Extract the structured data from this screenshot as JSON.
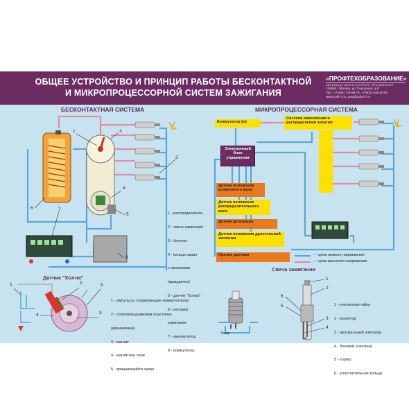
{
  "header": {
    "title_line1": "ОБЩЕЕ УСТРОЙСТВО И ПРИНЦИП РАБОТЫ БЕСКОНТАКТНОЙ",
    "title_line2": "И МИКРОПРОЦЕССОРНОЙ СИСТЕМ ЗАЖИГАНИЯ",
    "brand_logo": "«ПРОФТЕХОБРАЗОВАНИЕ»",
    "brand_tag": "производственно-учебное объединение",
    "brand_addr1": "124655, г.Москва, ул. Подгорная, д.8",
    "brand_addr2": "Тел.: +7(495) 776-89-76, +7(901) 546-32-53",
    "brand_addr3": "www.pobl77.ru, post@pobl77.ru"
  },
  "left": {
    "section_title": "БЕСКОНТАКТНАЯ СИСТЕМА",
    "numbers": [
      "1",
      "2",
      "3",
      "4",
      "5",
      "6",
      "7",
      "8"
    ],
    "legend": [
      "1 - распределитель",
      "2 - свеча зажигания",
      "3 - бегунок",
      "4 - кольцо-экран",
      "     с прорезями",
      "     (вращается)",
      "5 - датчик \"Холла\"",
      "6 - катушка",
      "     зажигания",
      "7 - аккумулятор",
      "8 - коммутатор"
    ]
  },
  "hall": {
    "title": "Датчик \"Холла\"",
    "numbers": [
      "1",
      "2",
      "3",
      "4",
      "5"
    ],
    "legend": [
      "1 - импульсы, управляющие коммутатором",
      "2 - полупроводниковая пластинка",
      "     (кремниевая)",
      "3 - магнит",
      "4 - магнитное поле",
      "5 - вращающийся экран"
    ]
  },
  "right": {
    "section_title": "МИКРОПРОЦЕССОРНАЯ СИСТЕМА",
    "commutator": "Коммутатор (м)",
    "storage": "Система накопления и распределения энергии",
    "ecu": "Электронный блок управления",
    "sensors": [
      "Датчик положения коленчатого вала",
      "Датчик положения распределительного вала",
      "Датчик детонации",
      "Датчик положения дроссельной заслонки",
      "Прочие датчики"
    ],
    "legend_low": "цепи низкого напряжения",
    "legend_high": "цепи высокого напряжения"
  },
  "spark": {
    "title": "Свеча зажигания",
    "zazor": "Зазор",
    "numbers": [
      "1",
      "2",
      "3",
      "4",
      "5",
      "6"
    ],
    "legend": [
      "1 - контактная гайка",
      "2 - изолятор",
      "3 - центральный электрод",
      "4 - боковой электрод",
      "5 - корпус",
      "6 - уплотнительное кольцо"
    ]
  },
  "colors": {
    "banner": "#6b2c62",
    "background": "#c8e3f0",
    "low_voltage": "#5aa6d6",
    "high_voltage": "#e58aa8",
    "yellow_box": "#ffe000",
    "orange_box": "#e8791c",
    "ecu_box": "#6b2c62"
  }
}
